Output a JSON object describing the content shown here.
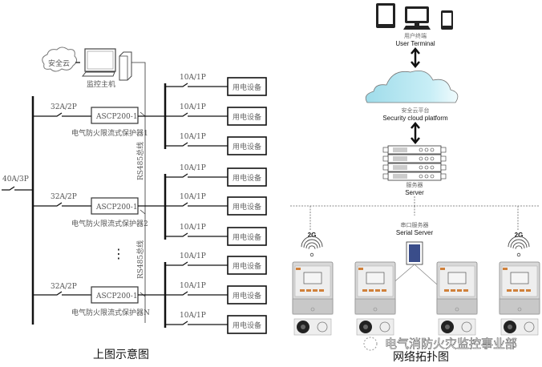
{
  "left_diagram": {
    "caption": "上图示意图",
    "cloud_label": "安全云",
    "host_label": "监控主机",
    "main_breaker": "40A/3P",
    "bus_label": "RS485总线",
    "ellipsis": "⋮",
    "protectors": [
      {
        "breaker": "32A/2P",
        "model": "ASCP200-1",
        "name": "电气防火限流式保护器1",
        "branches": [
          {
            "breaker": "10A/1P",
            "load": "用电设备"
          },
          {
            "breaker": "10A/1P",
            "load": "用电设备"
          },
          {
            "breaker": "10A/1P",
            "load": "用电设备"
          }
        ]
      },
      {
        "breaker": "32A/2P",
        "model": "ASCP200-1",
        "name": "电气防火限流式保护器2",
        "branches": [
          {
            "breaker": "10A/1P",
            "load": "用电设备"
          },
          {
            "breaker": "10A/1P",
            "load": "用电设备"
          },
          {
            "breaker": "10A/1P",
            "load": "用电设备"
          }
        ]
      },
      {
        "breaker": "32A/2P",
        "model": "ASCP200-1",
        "name": "电气防火限流式保护器N",
        "branches": [
          {
            "breaker": "10A/1P",
            "load": "用电设备"
          },
          {
            "breaker": "10A/1P",
            "load": "用电设备"
          },
          {
            "breaker": "10A/1P",
            "load": "用电设备"
          }
        ]
      }
    ]
  },
  "right_diagram": {
    "caption": "网络拓扑图",
    "terminal_cn": "用户终端",
    "terminal_en": "User Terminal",
    "cloud_cn": "安全云平台",
    "cloud_en": "Security cloud platform",
    "server_cn": "服务器",
    "server_en": "Server",
    "serial_cn": "串口服务器",
    "serial_en": "Serial Server",
    "wireless_left": "2G",
    "wireless_right": "2G"
  },
  "watermark": "电气消防火灾监控事业部"
}
